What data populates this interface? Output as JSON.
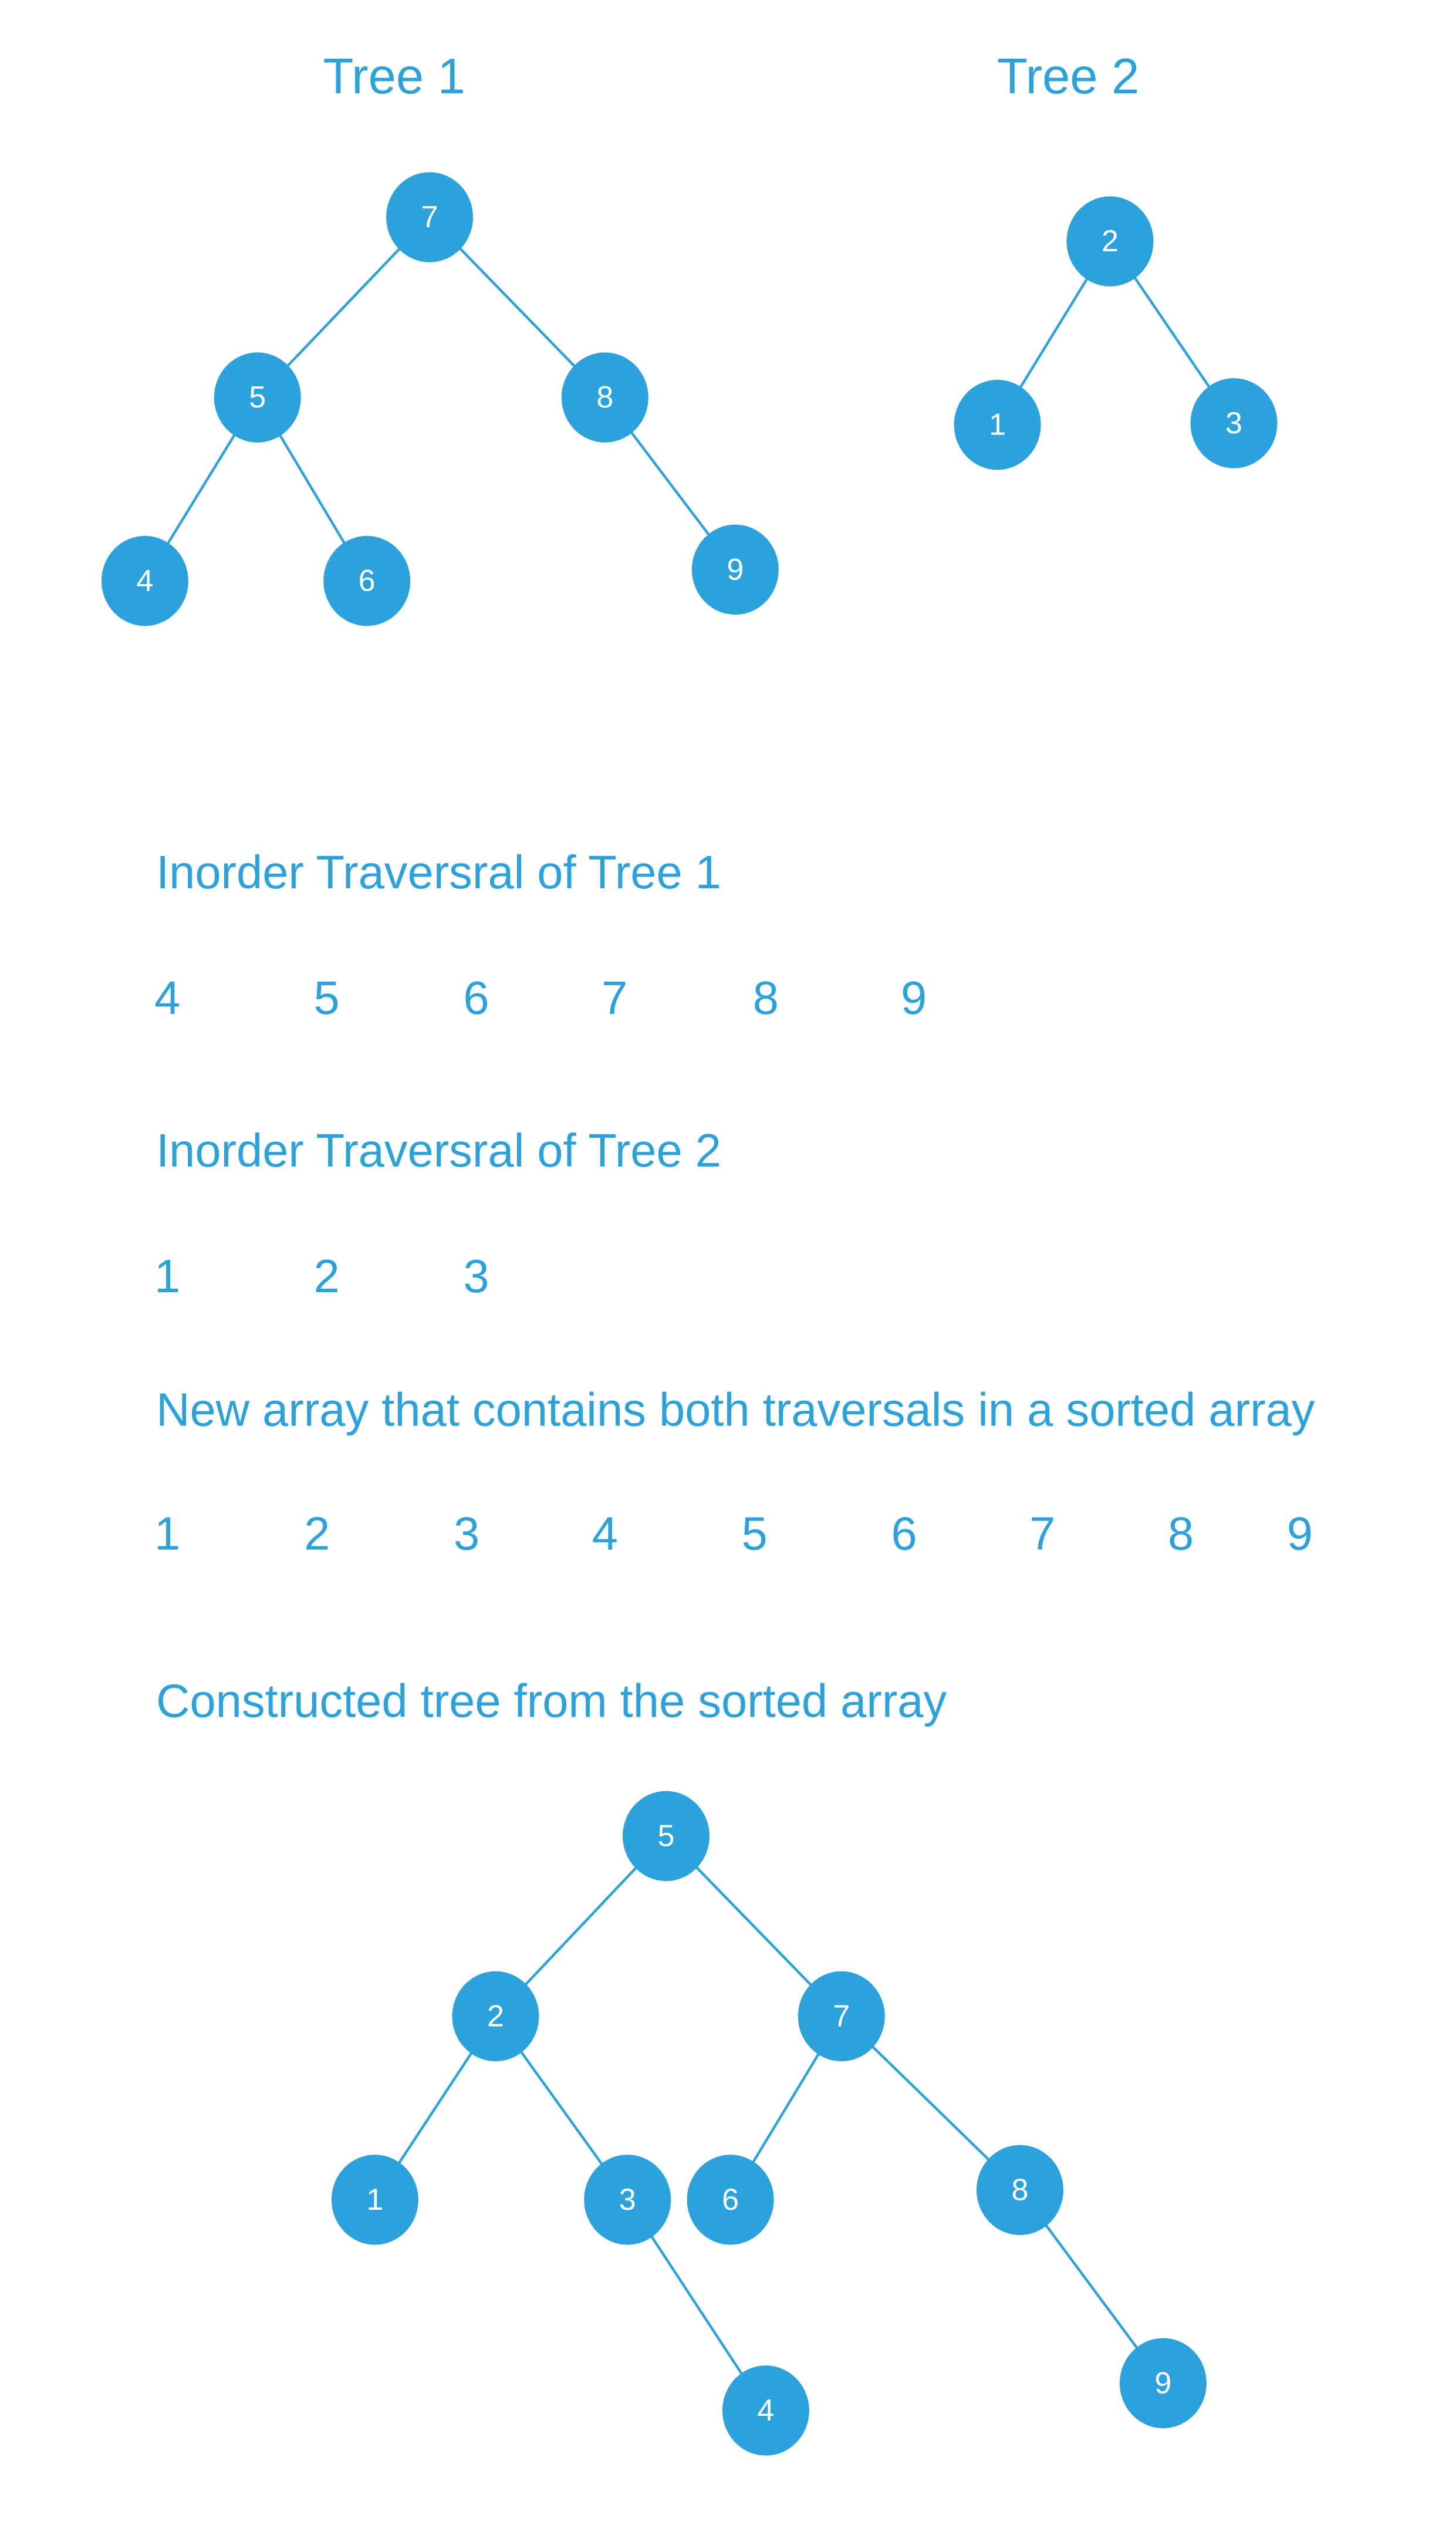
{
  "color": "#2ca2dc",
  "tree1": {
    "title": "Tree 1",
    "root": "7",
    "edges": [
      [
        "7",
        "5"
      ],
      [
        "7",
        "8"
      ],
      [
        "5",
        "4"
      ],
      [
        "5",
        "6"
      ],
      [
        "8",
        "9"
      ]
    ]
  },
  "tree2": {
    "title": "Tree 2",
    "root": "2",
    "edges": [
      [
        "2",
        "1"
      ],
      [
        "2",
        "3"
      ]
    ]
  },
  "traversal1": {
    "heading": "Inorder Traversral of  Tree 1",
    "values": [
      "4",
      "5",
      "6",
      "7",
      "8",
      "9"
    ]
  },
  "traversal2": {
    "heading": "Inorder Traversral of  Tree 2",
    "values": [
      "1",
      "2",
      "3"
    ]
  },
  "merged": {
    "heading": "New array that contains both traversals in a sorted array",
    "values": [
      "1",
      "2",
      "3",
      "4",
      "5",
      "6",
      "7",
      "8",
      "9"
    ]
  },
  "tree3": {
    "title": "Constructed tree from the sorted array",
    "root": "5",
    "edges": [
      [
        "5",
        "2"
      ],
      [
        "5",
        "7"
      ],
      [
        "2",
        "1"
      ],
      [
        "2",
        "3"
      ],
      [
        "3",
        "4"
      ],
      [
        "7",
        "6"
      ],
      [
        "7",
        "8"
      ],
      [
        "8",
        "9"
      ]
    ]
  }
}
